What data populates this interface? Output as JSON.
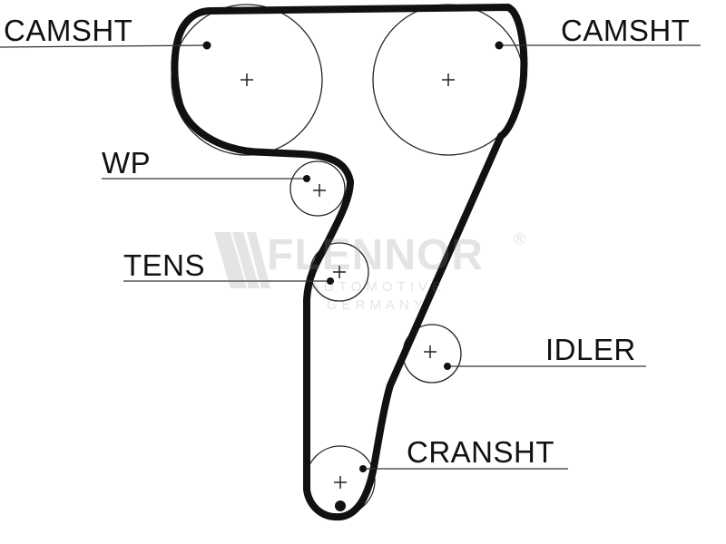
{
  "diagram": {
    "labels": {
      "camshaft_left": "CAMSHT",
      "camshaft_right": "CAMSHT",
      "water_pump": "WP",
      "tensioner": "TENS",
      "idler": "IDLER",
      "crankshaft": "CRANSHT"
    },
    "watermark": {
      "name": "FLENNOR",
      "registered": "®",
      "line1": "AUTOMOTIVE",
      "line2": "GERMANY"
    },
    "colors": {
      "belt": "#111111",
      "pulley": "#222222",
      "leader": "#333333",
      "watermark": "#888888"
    }
  }
}
